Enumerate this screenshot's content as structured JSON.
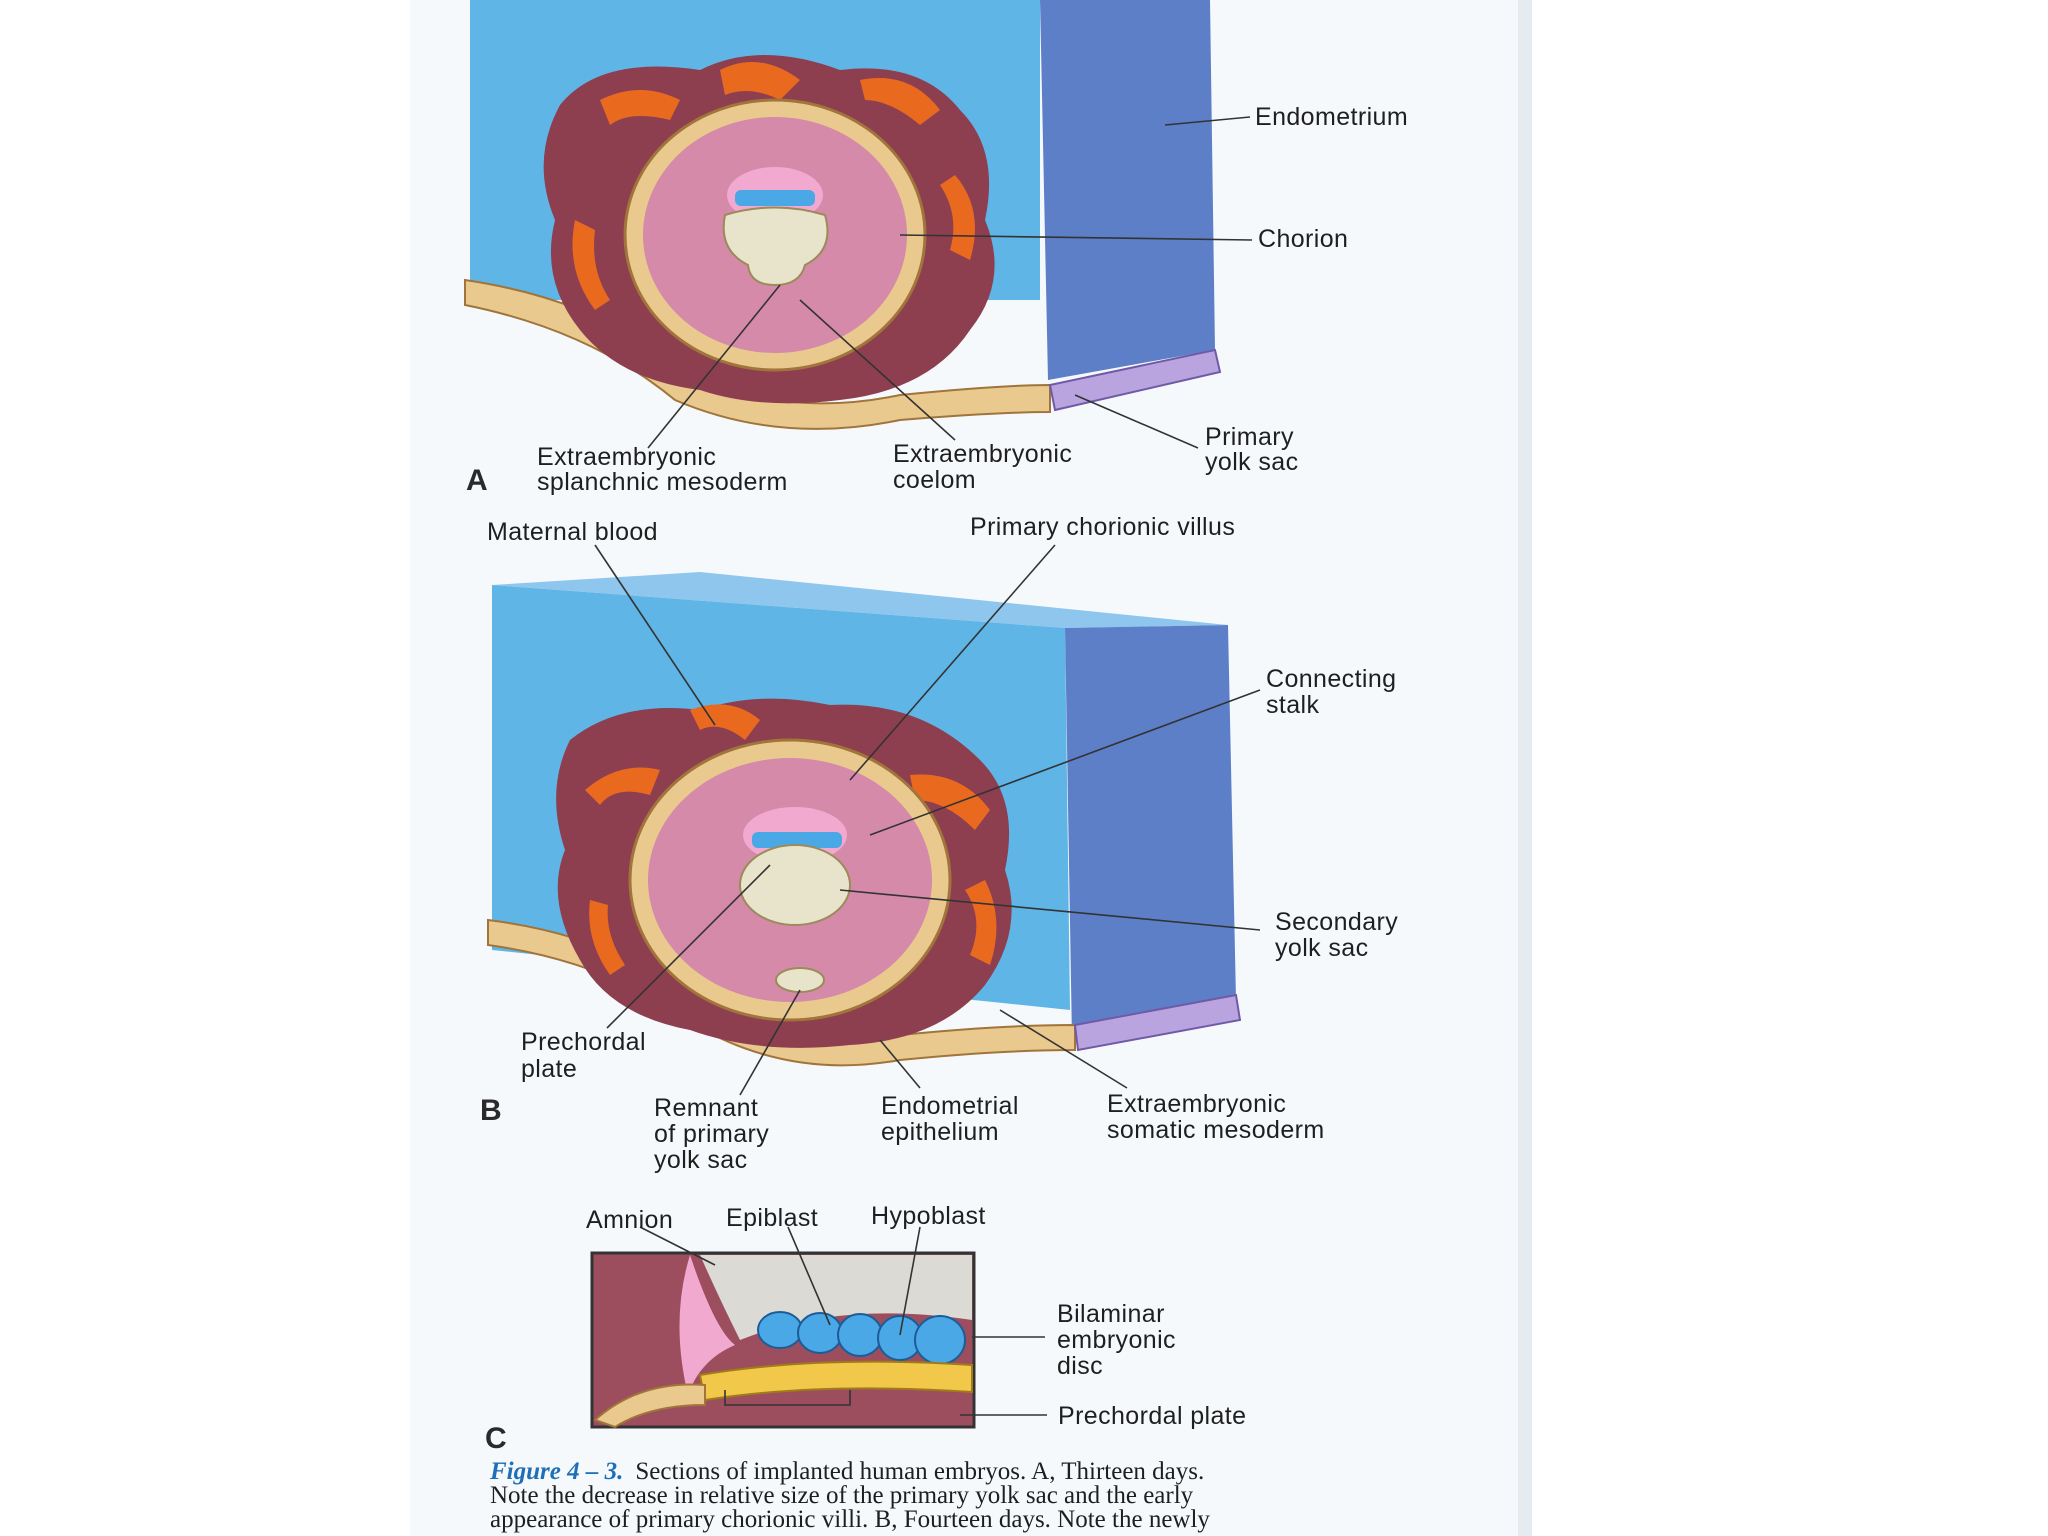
{
  "figure": {
    "panel_a": {
      "panel_label": "A",
      "labels": {
        "endometrium": "Endometrium",
        "chorion": "Chorion",
        "primary_yolk_sac": [
          "Primary",
          "yolk sac"
        ],
        "extraembryonic_splanchnic_mesoderm": [
          "Extraembryonic",
          "splanchnic mesoderm"
        ],
        "extraembryonic_coelom": [
          "Extraembryonic",
          "coelom"
        ]
      }
    },
    "panel_b": {
      "panel_label": "B",
      "labels": {
        "maternal_blood": "Maternal blood",
        "primary_chorionic_villus": "Primary chorionic villus",
        "connecting_stalk": [
          "Connecting",
          "stalk"
        ],
        "secondary_yolk_sac": [
          "Secondary",
          "yolk sac"
        ],
        "prechordal_plate": [
          "Prechordal",
          "plate"
        ],
        "remnant_primary_yolk_sac": [
          "Remnant",
          "of primary",
          "yolk sac"
        ],
        "endometrial_epithelium": [
          "Endometrial",
          "epithelium"
        ],
        "extraembryonic_somatic_mesoderm": [
          "Extraembryonic",
          "somatic mesoderm"
        ]
      }
    },
    "panel_c": {
      "panel_label": "C",
      "labels": {
        "amnion": "Amnion",
        "epiblast": "Epiblast",
        "hypoblast": "Hypoblast",
        "bilaminar_embryonic_disc": [
          "Bilaminar",
          "embryonic",
          "disc"
        ],
        "prechordal_plate": "Prechordal plate"
      }
    },
    "caption": {
      "figure_number": "Figure 4 – 3.",
      "line1": "Sections of implanted human embryos. A, Thirteen days.",
      "line2": "Note the decrease in relative size of the primary yolk sac and the early",
      "line3": "appearance of primary chorionic villi. B, Fourteen days. Note the newly"
    },
    "colors": {
      "endometrium_front": "#5fb6e6",
      "endometrium_side": "#5d7fc8",
      "endometrium_top": "#8ec6ee",
      "maternal_blood": "#e96a1f",
      "trophoblast": "#8d3f50",
      "cytotrophoblast": "#e9c98e",
      "coelom": "#d48aa8",
      "amnion": "#f2a9cf",
      "epiblast": "#4aa8e6",
      "yolk_sac": "#e8e4cc",
      "epithelium_right": "#b9a4e0"
    }
  }
}
